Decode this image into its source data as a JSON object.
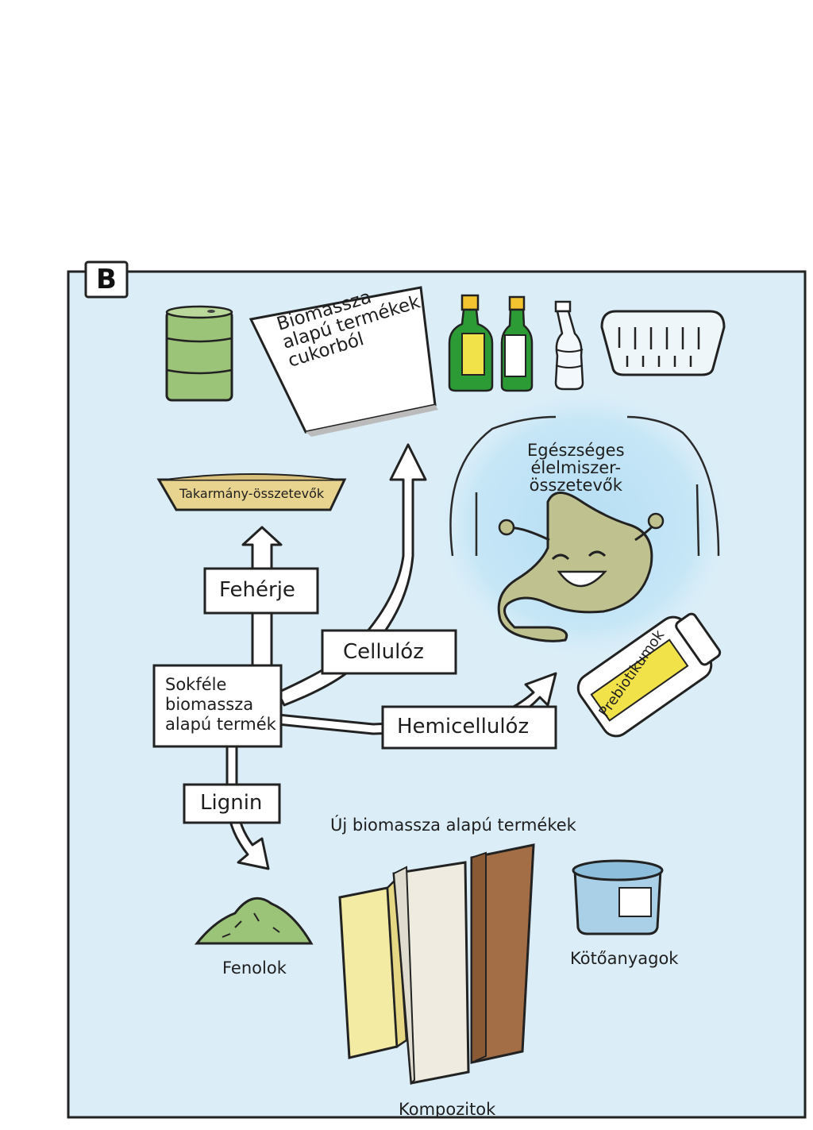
{
  "panel": {
    "letter": "B"
  },
  "sugar_products": {
    "sign_lines": [
      "Biomassza",
      "alapú termékek",
      "cukorból"
    ]
  },
  "feed": {
    "label": "Takarmány-összetevők"
  },
  "healthy_food": {
    "lines": [
      "Egészséges",
      "élelmiszer-",
      "összetevők"
    ]
  },
  "prebiotics": {
    "label": "Prebiotikumok"
  },
  "source": {
    "lines": [
      "Sokféle",
      "biomassza",
      "alapú termék"
    ]
  },
  "fractions": {
    "protein": "Fehérje",
    "cellulose": "Cellulóz",
    "hemicellulose": "Hemicellulóz",
    "lignin": "Lignin"
  },
  "new_products": {
    "title": "Új biomassza alapú termékek",
    "phenols": "Fenolok",
    "binders": "Kötőanyagok",
    "composites": "Kompozitok"
  },
  "colors": {
    "panel_bg": "#dbeef8",
    "glow": "#bfe3f5",
    "green_barrel": "#9cc478",
    "bottle_green": "#2d9b35",
    "label_yellow": "#f2e24a",
    "stomach": "#bfc28e",
    "wood_brown": "#a36e45",
    "foam_yellow": "#f3eba3"
  }
}
